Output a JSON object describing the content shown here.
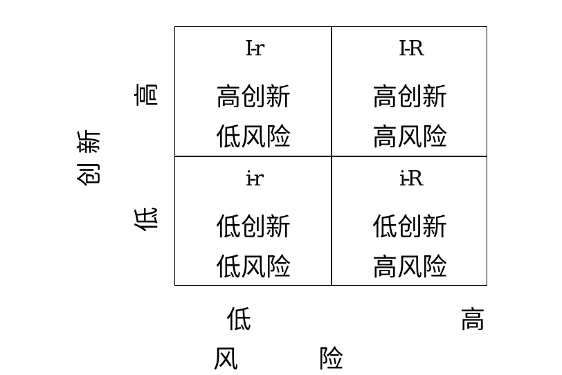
{
  "quadrants": {
    "top_left": {
      "code": "I-r",
      "innovation": "高创新",
      "risk": "低风险"
    },
    "top_right": {
      "code": "I-R",
      "innovation": "高创新",
      "risk": "高风险"
    },
    "bottom_left": {
      "code": "i-r",
      "innovation": "低创新",
      "risk": "低风险"
    },
    "bottom_right": {
      "code": "i-R",
      "innovation": "低创新",
      "risk": "高风险"
    }
  },
  "y_axis": {
    "title": "创 新",
    "high": "高",
    "low": "低"
  },
  "x_axis": {
    "low": "低",
    "high": "高",
    "title_left": "风",
    "title_right": "险"
  }
}
